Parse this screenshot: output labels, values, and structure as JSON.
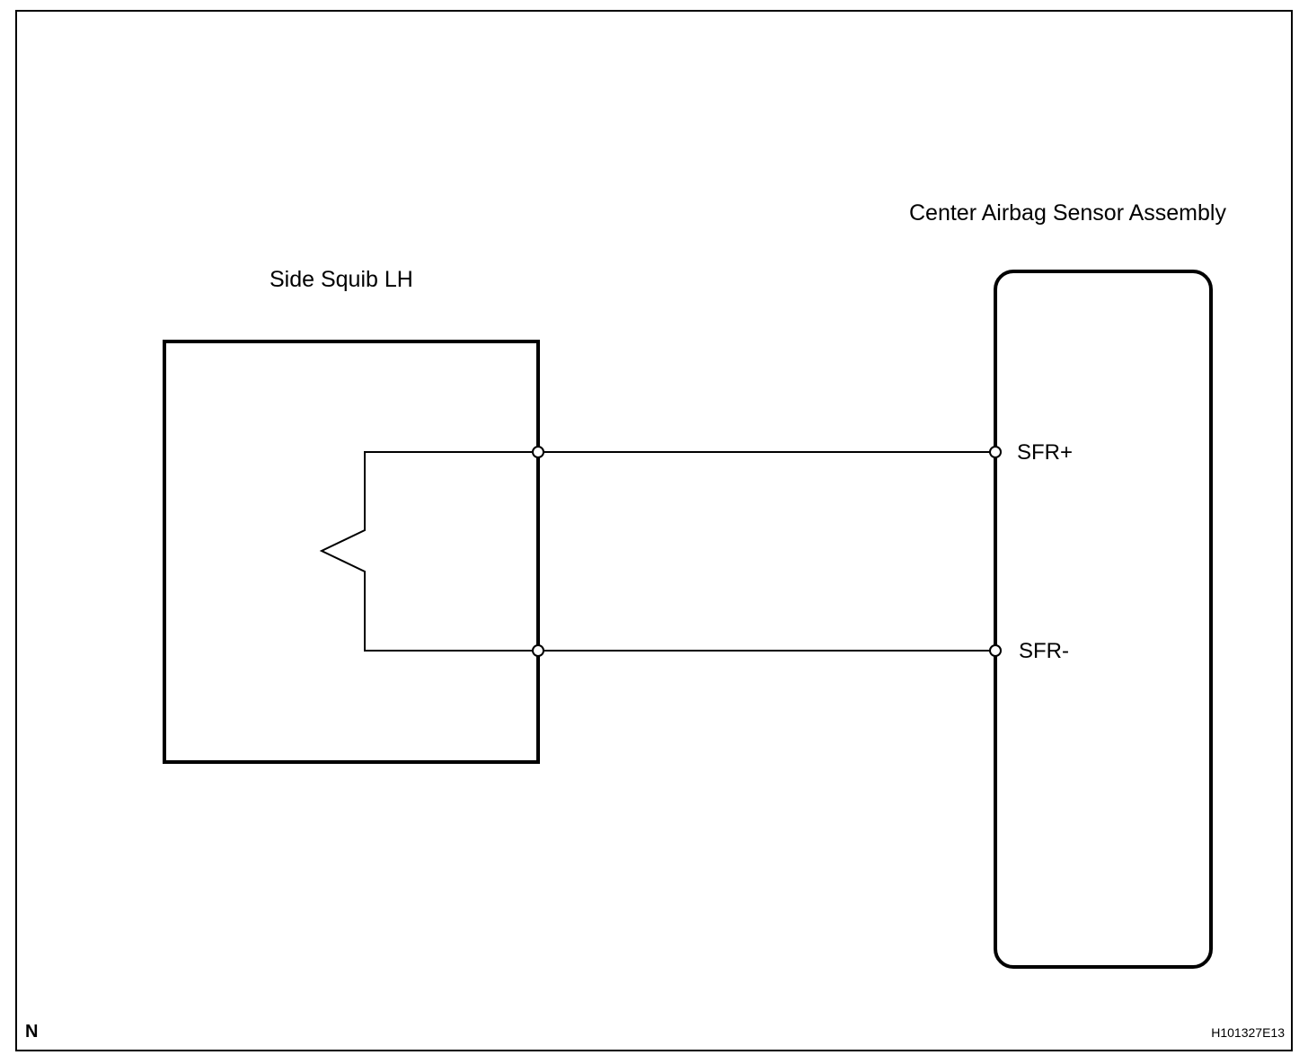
{
  "components": {
    "squib": {
      "label": "Side Squib LH"
    },
    "sensor": {
      "label": "Center Airbag Sensor Assembly"
    }
  },
  "terminals": {
    "plus": {
      "label": "SFR+"
    },
    "minus": {
      "label": "SFR-"
    }
  },
  "footer": {
    "left_mark": "N",
    "figure_code": "H101327E13"
  }
}
